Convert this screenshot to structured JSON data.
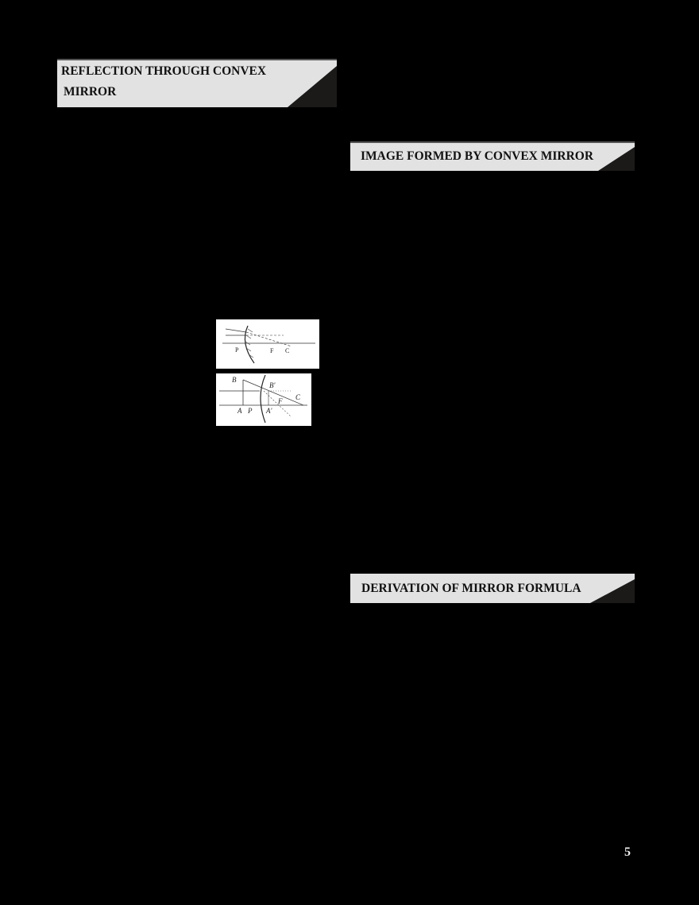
{
  "page": {
    "background": "#000000",
    "banner_color": "#e2e2e2",
    "page_number": "5"
  },
  "sections": [
    {
      "title_line1": "REFLECTION THROUGH CONVEX",
      "title_line2": "MIRROR"
    },
    {
      "title": "IMAGE FORMED BY CONVEX MIRROR"
    },
    {
      "title": "DERIVATION OF MIRROR FORMULA"
    }
  ],
  "figures": [
    {
      "name": "convex-mirror-ray-diagram",
      "labels": [
        "P",
        "F",
        "C"
      ]
    },
    {
      "name": "convex-mirror-image-formation",
      "labels": [
        "B",
        "B'",
        "A",
        "P",
        "A'",
        "F",
        "C"
      ]
    }
  ]
}
